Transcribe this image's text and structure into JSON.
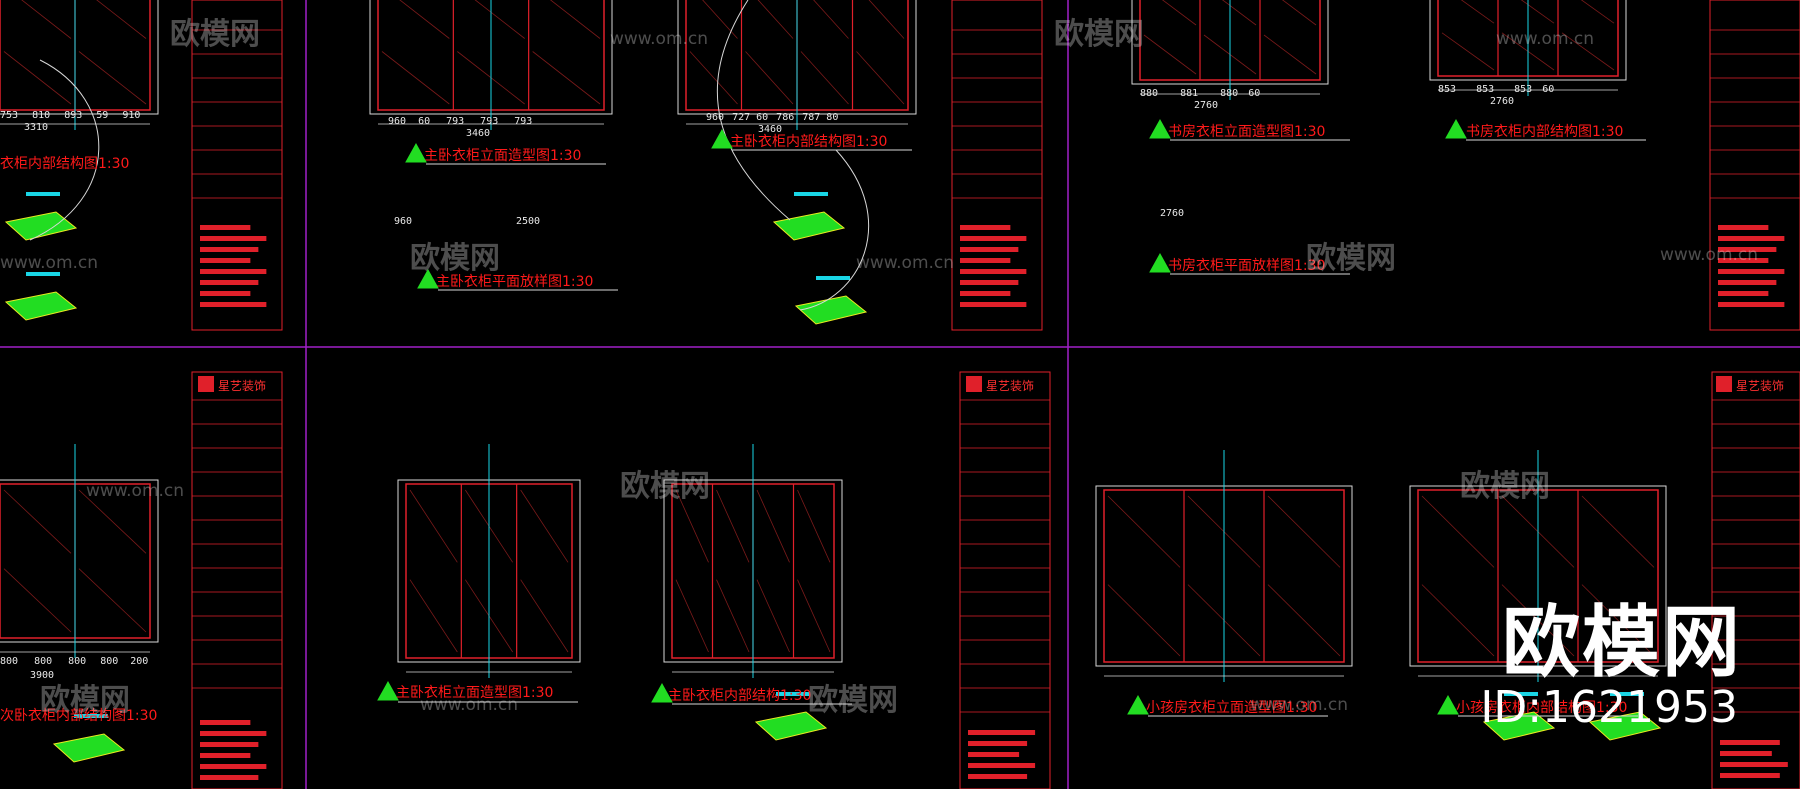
{
  "watermark": {
    "brand": "欧模网",
    "url": "www.om.cn"
  },
  "overlay": {
    "brand": "欧模网",
    "id": "ID:1621953"
  },
  "company": "星艺装饰",
  "colors": {
    "background": "#000000",
    "red": "#e0202a",
    "white": "#d8d8d8",
    "cyan": "#19d6e6",
    "magenta": "#a020c8",
    "green": "#22dd22"
  },
  "titles": {
    "t1": "衣柜内部结构图1:30",
    "t2": "主卧衣柜立面造型图1:30",
    "t3": "主卧衣柜内部结构图1:30",
    "t4": "主卧衣柜平面放样图1:30",
    "t5": "书房衣柜立面造型图1:30",
    "t6": "书房衣柜内部结构图1:30",
    "t7": "书房衣柜平面放样图1:30",
    "t8": "次卧衣柜内部结构图1:30",
    "t9": "主卧衣柜立面造型图1:30",
    "t10": "主卧衣柜内部结构1:30",
    "t11": "小孩房衣柜立面造型图1:30",
    "t12": "小孩房衣柜内部结构图1:30"
  },
  "dims": {
    "a": [
      "753",
      "810",
      "893",
      "59",
      "910"
    ],
    "a_total": "3310",
    "b": [
      "960",
      "60",
      "793",
      "793",
      "793"
    ],
    "b_total": "3460",
    "c": [
      "960",
      "727",
      "60",
      "786",
      "787",
      "80"
    ],
    "c_total": "3460",
    "d": [
      "880",
      "881",
      "880",
      "60"
    ],
    "d_total": "2760",
    "e": [
      "853",
      "853",
      "853",
      "60"
    ],
    "e_total": "2760",
    "f": "2500",
    "f2": "960",
    "g": "2760",
    "h": [
      "800",
      "800",
      "800",
      "800",
      "200"
    ],
    "h_total": "3900"
  }
}
